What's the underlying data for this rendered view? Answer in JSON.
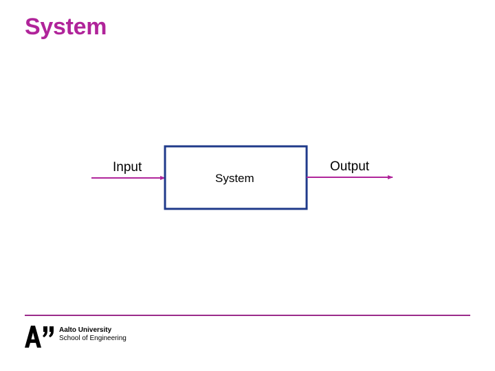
{
  "slide": {
    "title": "System"
  },
  "diagram": {
    "input_label": "Input",
    "system_label": "System",
    "output_label": "Output",
    "colors": {
      "title": "#b0249a",
      "box_border": "#1f3a8a",
      "arrow": "#b0249a",
      "footer_rule": "#9a2a8a"
    }
  },
  "footer": {
    "logo_line1": "Aalto University",
    "logo_line2": "School of Engineering"
  }
}
